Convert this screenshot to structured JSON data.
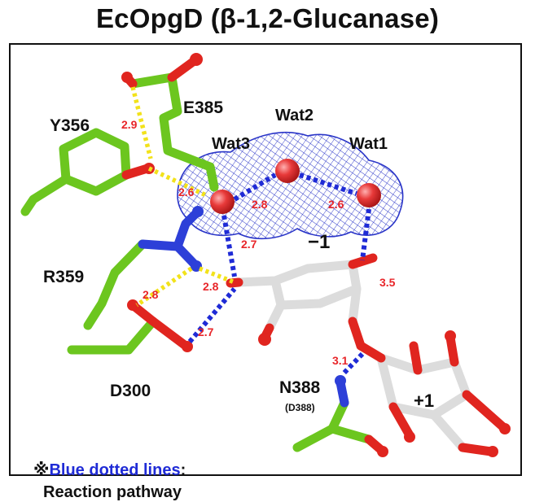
{
  "title": "EcOpgD (β-1,2-Glucanase)",
  "residues": {
    "y356": "Y356",
    "e385": "E385",
    "r359": "R359",
    "d300": "D300",
    "n388": "N388",
    "n388_sub": "(D388)"
  },
  "waters": {
    "wat1": "Wat1",
    "wat2": "Wat2",
    "wat3": "Wat3"
  },
  "subsites": {
    "minus1": "−1",
    "plus1": "+1"
  },
  "distances": {
    "d_e385_y356": "2.9",
    "d_wat3_e385": "2.6",
    "d_wat3_wat2": "2.8",
    "d_wat2_wat1": "2.6",
    "d_wat3_sugar": "2.7",
    "d_r359_sugar": "2.8",
    "d_r359_d300": "2.8",
    "d_d300_sugar": "2.7",
    "d_wat1_sugar": "3.5",
    "d_n388_o": "3.1"
  },
  "legend": {
    "mark": "※",
    "highlight": "Blue dotted lines",
    "colon": ":",
    "line2": "Reaction pathway"
  },
  "colors": {
    "carbon_green": "#6cc61f",
    "carbon_white": "#dcdcdc",
    "oxygen": "#e0251f",
    "nitrogen": "#2d3fd8",
    "hbond_yellow": "#f2e21a",
    "pathway_blue": "#1f2bd6",
    "mesh": "#2a35c8",
    "water": "#e83a3a"
  }
}
